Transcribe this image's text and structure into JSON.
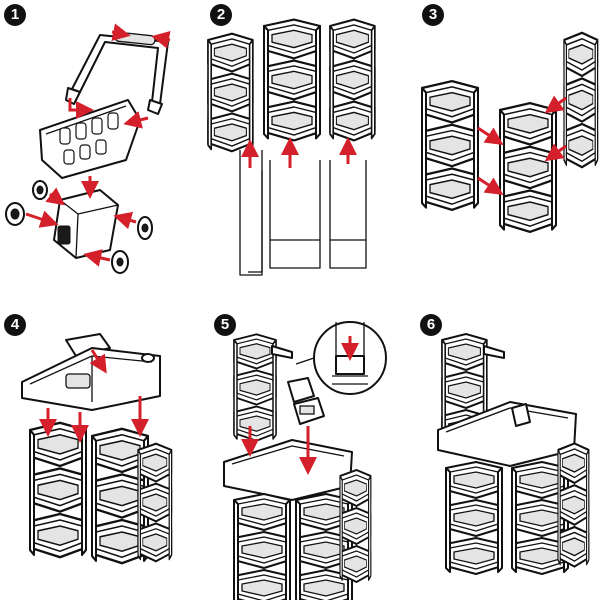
{
  "steps": [
    {
      "number": "1"
    },
    {
      "number": "2"
    },
    {
      "number": "3"
    },
    {
      "number": "4"
    },
    {
      "number": "5"
    },
    {
      "number": "6"
    }
  ],
  "colors": {
    "arrow": "#d4202a",
    "line": "#111111",
    "badge": "#111111"
  }
}
